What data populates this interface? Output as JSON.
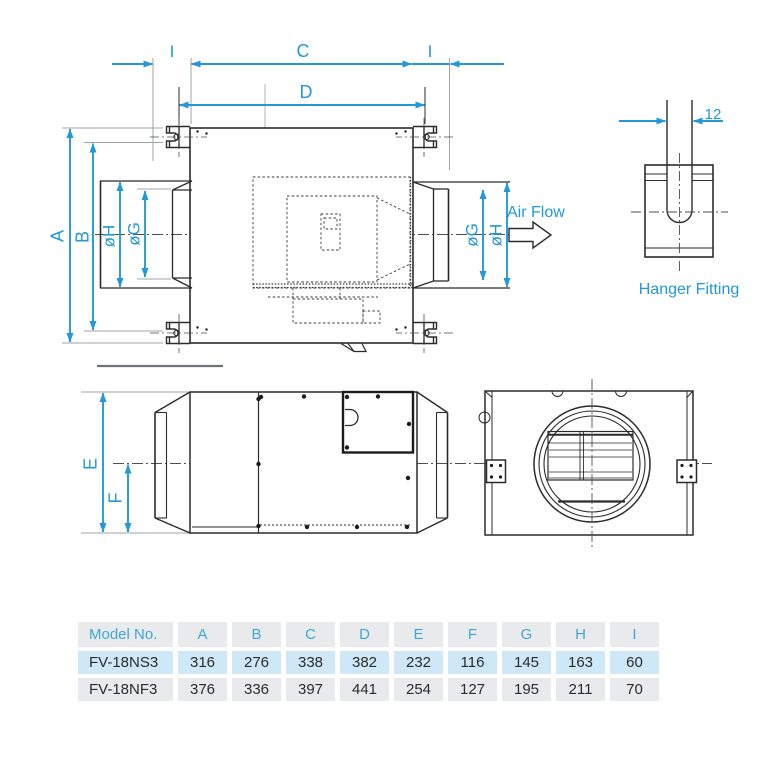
{
  "colors": {
    "accent": "#2299d6",
    "line": "#2b2b2b",
    "ref_gray": "#9fa4a8",
    "table_header_text": "#3fa6db",
    "table_text": "#2b2b2b",
    "row_highlight_bg": "#cfe8f8",
    "row_bg": "#e9eaeb"
  },
  "labels": {
    "dim_i_left": "I",
    "dim_c": "C",
    "dim_i_right": "I",
    "dim_d": "D",
    "dim_a": "A",
    "dim_b": "B",
    "dim_phi_h_left": "øH",
    "dim_phi_g_left": "øG",
    "dim_phi_g_right": "øG",
    "dim_phi_h_right": "øH",
    "dim_e": "E",
    "dim_f": "F",
    "air_flow": "Air Flow",
    "hanger_slot_width": "12",
    "hanger_fitting": "Hanger Fitting"
  },
  "table": {
    "headers": [
      "Model No.",
      "A",
      "B",
      "C",
      "D",
      "E",
      "F",
      "G",
      "H",
      "I"
    ],
    "rows": [
      {
        "model": "FV-18NS3",
        "values": [
          "316",
          "276",
          "338",
          "382",
          "232",
          "116",
          "145",
          "163",
          "60"
        ]
      },
      {
        "model": "FV-18NF3",
        "values": [
          "376",
          "336",
          "397",
          "441",
          "254",
          "127",
          "195",
          "211",
          "70"
        ]
      }
    ]
  }
}
